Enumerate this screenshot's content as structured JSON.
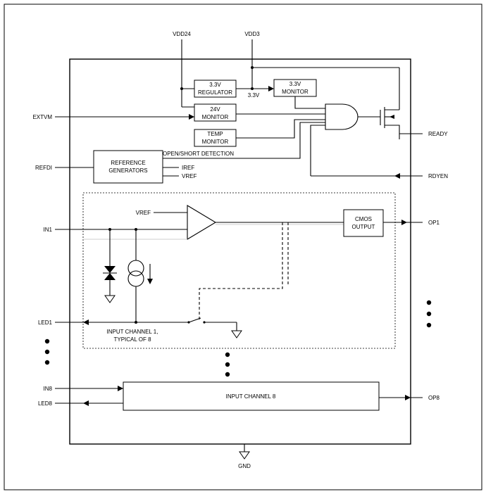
{
  "pins": {
    "vdd24": "VDD24",
    "vdd3": "VDD3",
    "extvm": "EXTVM",
    "refdi": "REFDI",
    "ready": "READY",
    "rdyen": "RDYEN",
    "in1": "IN1",
    "op1": "OP1",
    "led1": "LED1",
    "in8": "IN8",
    "led8": "LED8",
    "op8": "OP8",
    "gnd": "GND"
  },
  "blocks": {
    "regulator": [
      "3.3V",
      "REGULATOR"
    ],
    "monitor33": [
      "3.3V",
      "MONITOR"
    ],
    "monitor24": [
      "24V",
      "MONITOR"
    ],
    "temp_monitor": [
      "TEMP",
      "MONITOR"
    ],
    "reference": [
      "REFERENCE",
      "GENERATORS"
    ],
    "cmos_output": [
      "CMOS",
      "OUTPUT"
    ],
    "input_channel8": "INPUT CHANNEL 8"
  },
  "labels": {
    "rail_33v": "3.3V",
    "open_short": "OPEN/SHORT DETECTION",
    "iref": "IREF",
    "vref": "VREF",
    "vref_in": "VREF",
    "channel1": [
      "INPUT CHANNEL 1,",
      "TYPICAL OF 8"
    ]
  }
}
